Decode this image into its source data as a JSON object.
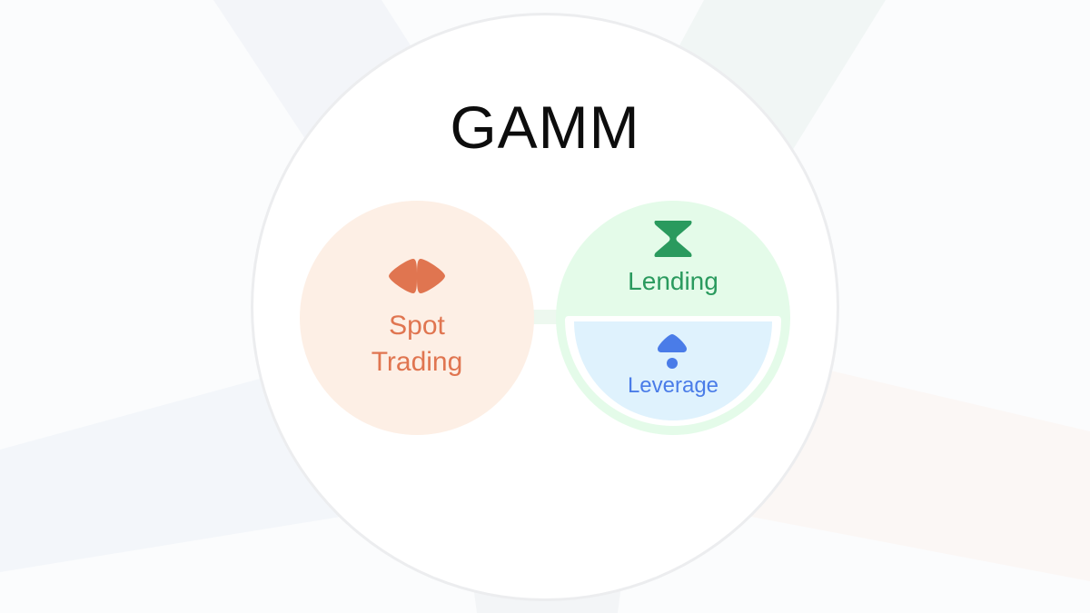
{
  "title": "GAMM",
  "nodes": {
    "spot": {
      "label_line1": "Spot",
      "label_line2": "Trading",
      "icon": "spot-trading-icon",
      "color": "#e07550",
      "fill": "#fdefe5"
    },
    "lending": {
      "label": "Lending",
      "icon": "hourglass-icon",
      "color": "#2a9a5e",
      "fill": "#e4fbe9"
    },
    "leverage": {
      "label": "Leverage",
      "icon": "mushroom-icon",
      "color": "#4a7ce8",
      "fill": "#dff2fd"
    }
  }
}
